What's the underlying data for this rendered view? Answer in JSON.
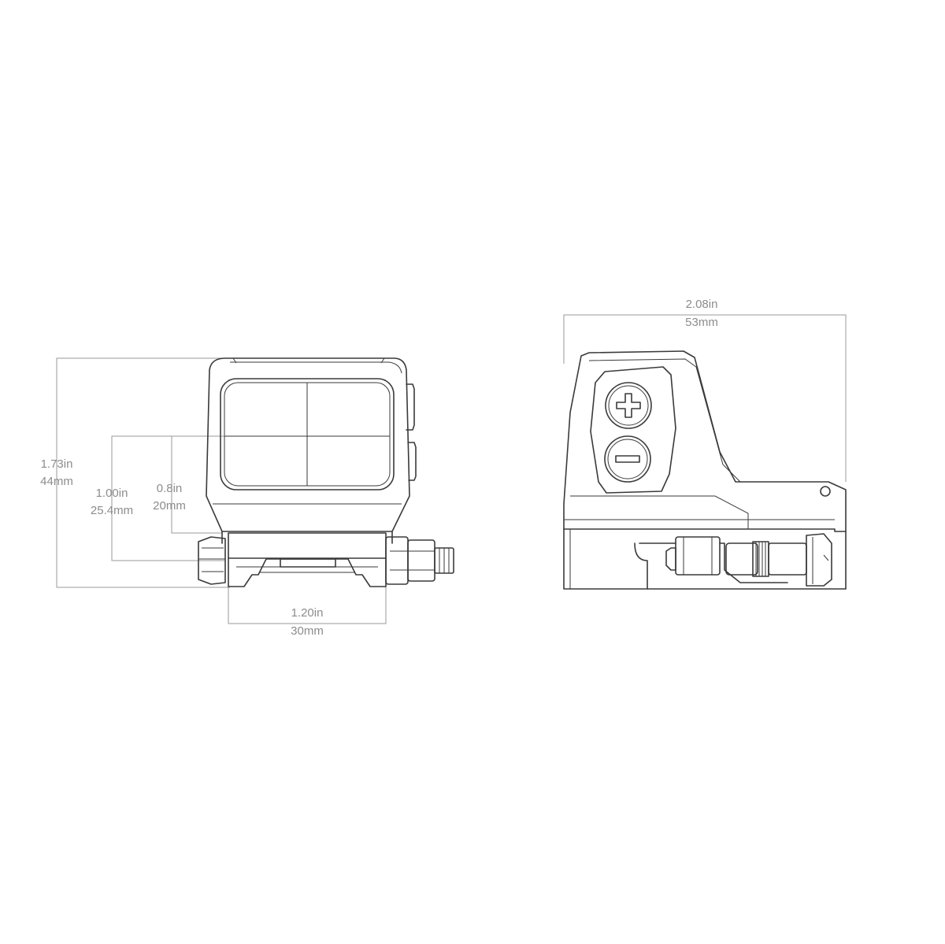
{
  "front_view": {
    "height_total": {
      "inch": "1.73in",
      "mm": "44mm"
    },
    "height_optical_center": {
      "inch": "1.00in",
      "mm": "25.4mm"
    },
    "height_window": {
      "inch": "0.8in",
      "mm": "20mm"
    },
    "width_base": {
      "inch": "1.20in",
      "mm": "30mm"
    }
  },
  "side_view": {
    "length_total": {
      "inch": "2.08in",
      "mm": "53mm"
    }
  },
  "buttons": {
    "plus_icon": "plus-icon",
    "minus_icon": "minus-icon"
  },
  "colors": {
    "line_art": "#3a3a3a",
    "dimension": "#9a9a9a",
    "label": "#8c8c8c",
    "background": "#ffffff"
  }
}
